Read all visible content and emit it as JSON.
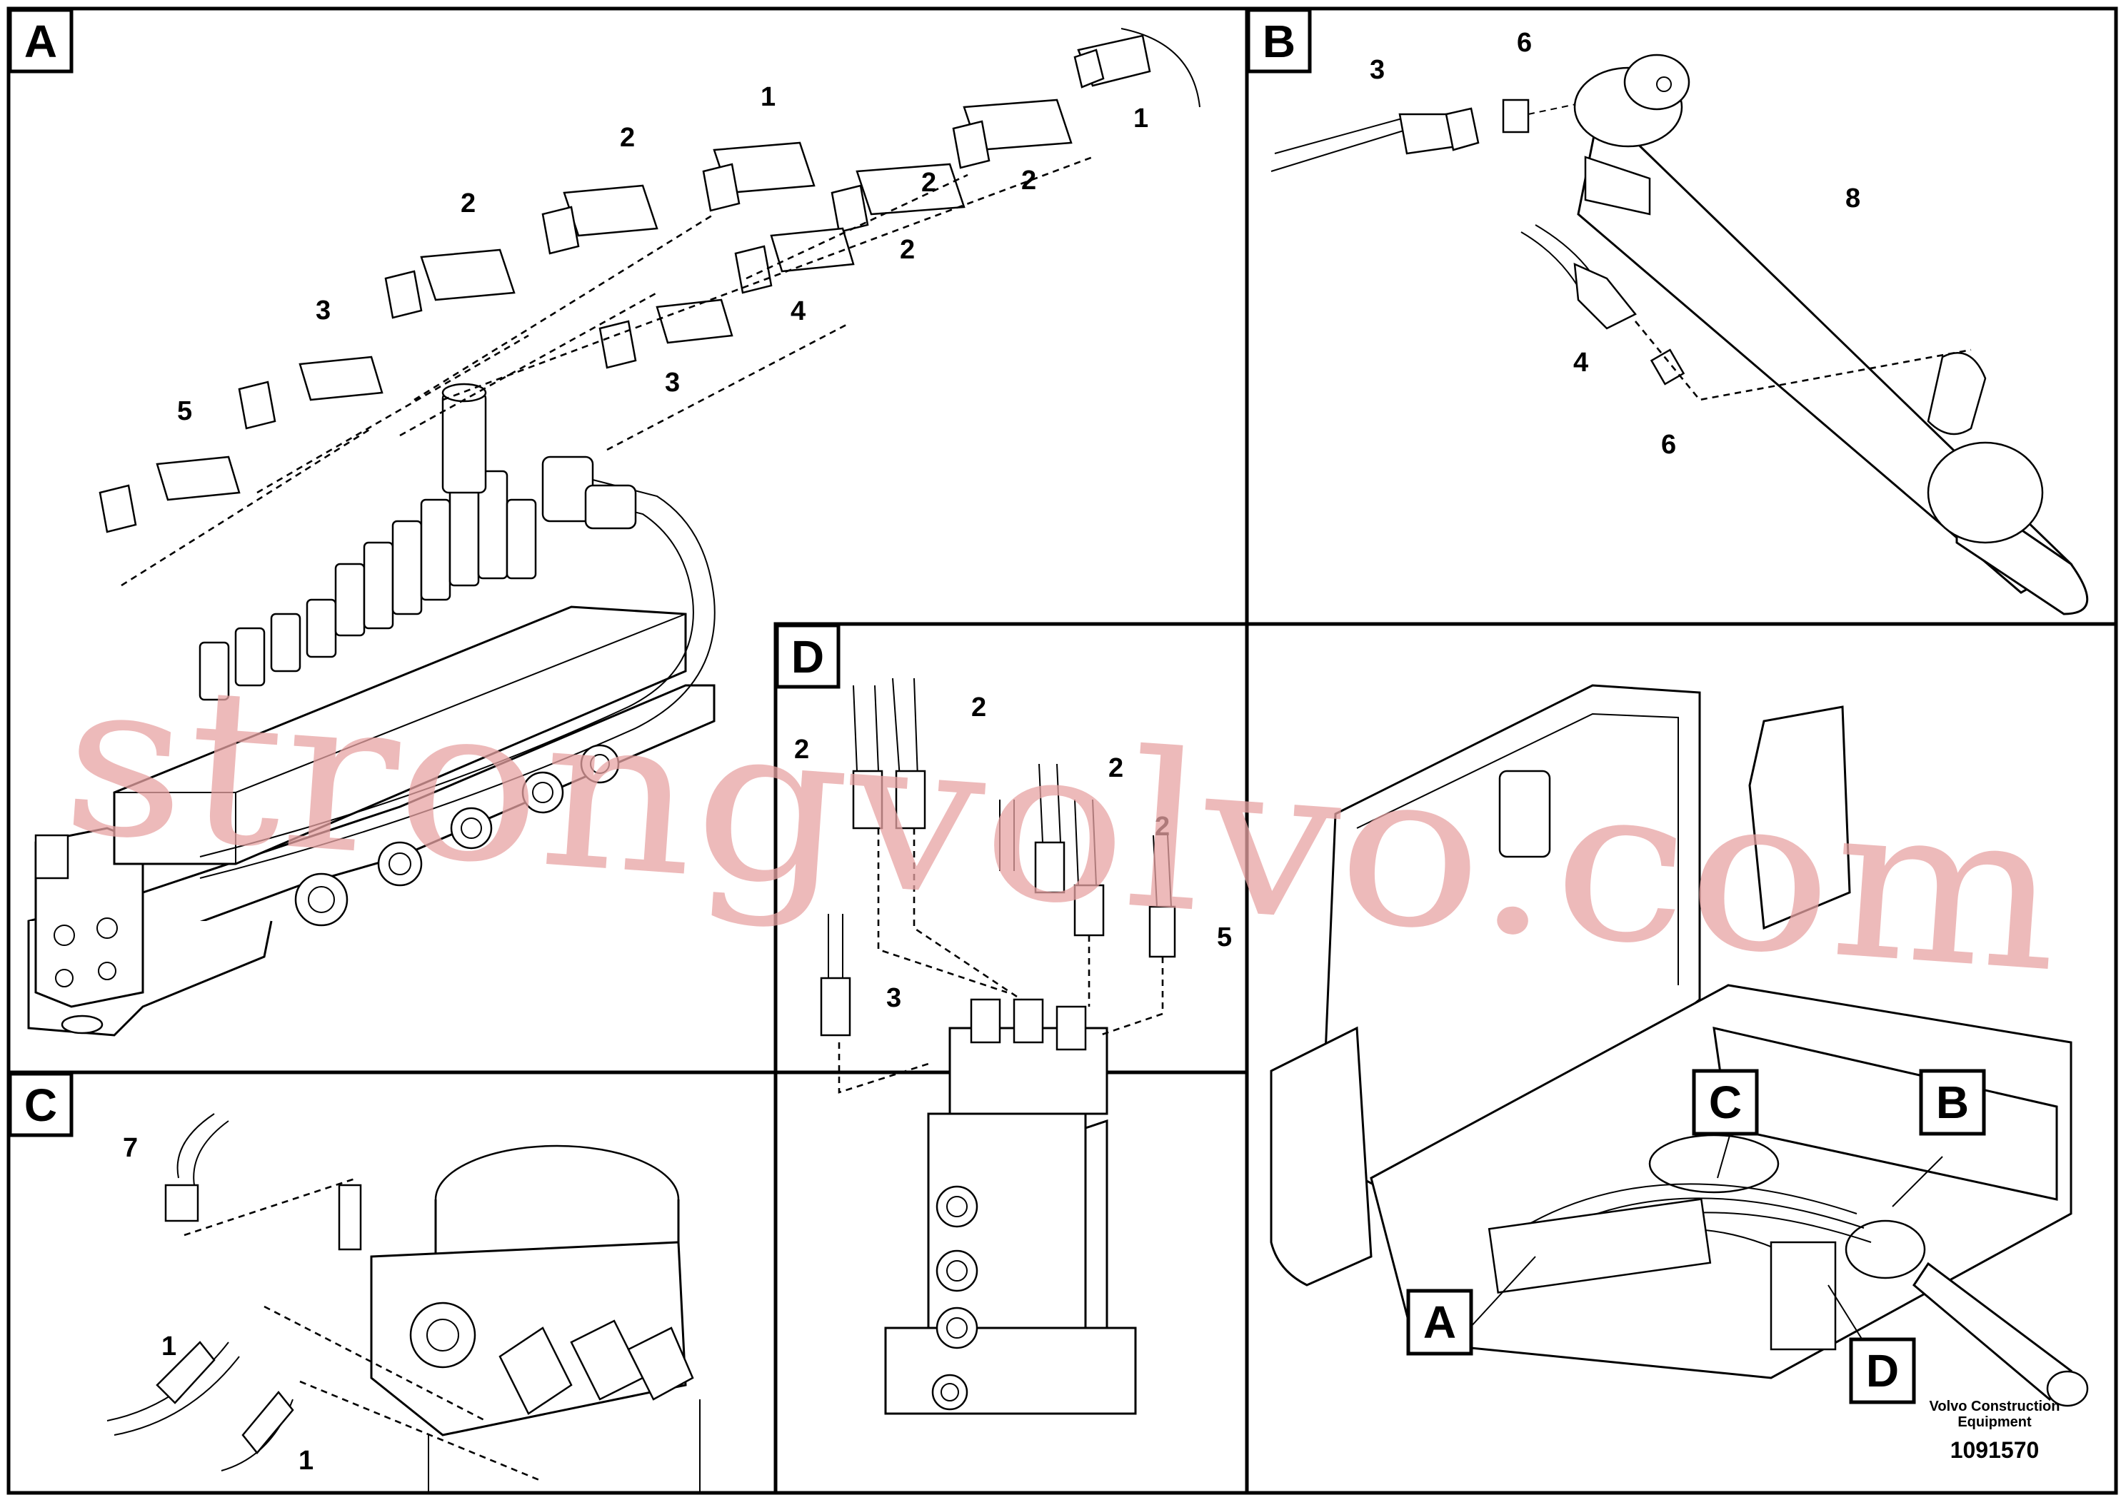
{
  "panels": {
    "A": {
      "letter": "A",
      "callouts": [
        "1",
        "1",
        "2",
        "2",
        "2",
        "2",
        "2",
        "3",
        "3",
        "4",
        "5"
      ]
    },
    "B": {
      "letter": "B",
      "callouts": [
        "3",
        "6",
        "8",
        "4",
        "6"
      ]
    },
    "C": {
      "letter": "C",
      "callouts": [
        "7",
        "1",
        "1"
      ]
    },
    "D": {
      "letter": "D",
      "callouts": [
        "2",
        "2",
        "2",
        "2",
        "3",
        "5"
      ]
    },
    "overview": {
      "labels": [
        "C",
        "B",
        "A",
        "D"
      ]
    }
  },
  "watermark": "strongvolvo.com",
  "footer": {
    "brand_line1": "Volvo Construction",
    "brand_line2": "Equipment",
    "part_number": "1091570"
  }
}
